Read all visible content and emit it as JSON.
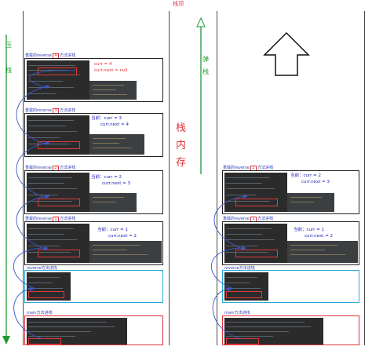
{
  "top_label": "栈顶",
  "push_label": [
    "压",
    "栈"
  ],
  "pop_label": [
    "弹",
    "栈"
  ],
  "stack_memory_label": [
    "栈",
    "内",
    "存"
  ],
  "left_frames": [
    {
      "label": "重载的reverse",
      "num": "4",
      "suffix": "方法进栈",
      "ann": [
        "curr = 4",
        "curr.next = null"
      ],
      "ann_color": "red"
    },
    {
      "label": "重载的reverse",
      "num": "3",
      "suffix": "方法进栈",
      "ann": [
        "当前：curr = 3",
        "curr.next = 4"
      ],
      "ann_color": "blue"
    },
    {
      "label": "重载的reverse",
      "num": "2",
      "suffix": "方法进栈",
      "ann": [
        "当前：curr = 2",
        "curr.next = 3"
      ],
      "ann_color": "blue"
    },
    {
      "label": "重载的reverse",
      "num": "1",
      "suffix": "方法进栈",
      "ann": [
        "当前：curr = 1",
        "curr.next = 2"
      ],
      "ann_color": "blue"
    },
    {
      "label": "reverse方法进栈"
    },
    {
      "label": "main方法进栈"
    }
  ],
  "right_frames": [
    {
      "label": "重载的reverse",
      "num": "2",
      "suffix": "方法进栈",
      "ann": [
        "当前：curr = 2",
        "curr.next = 3"
      ]
    },
    {
      "label": "重载的reverse",
      "num": "1",
      "suffix": "方法进栈",
      "ann": [
        "当前：curr = 1",
        "curr.next = 2"
      ]
    },
    {
      "label": "reverse方法进栈"
    },
    {
      "label": "main方法进栈"
    }
  ],
  "colors": {
    "red": "#e0323b",
    "blue": "#2c3fb5",
    "green": "#1f9a2e",
    "cyan": "#27a9d8",
    "code_bg": "#2b2b2b"
  }
}
